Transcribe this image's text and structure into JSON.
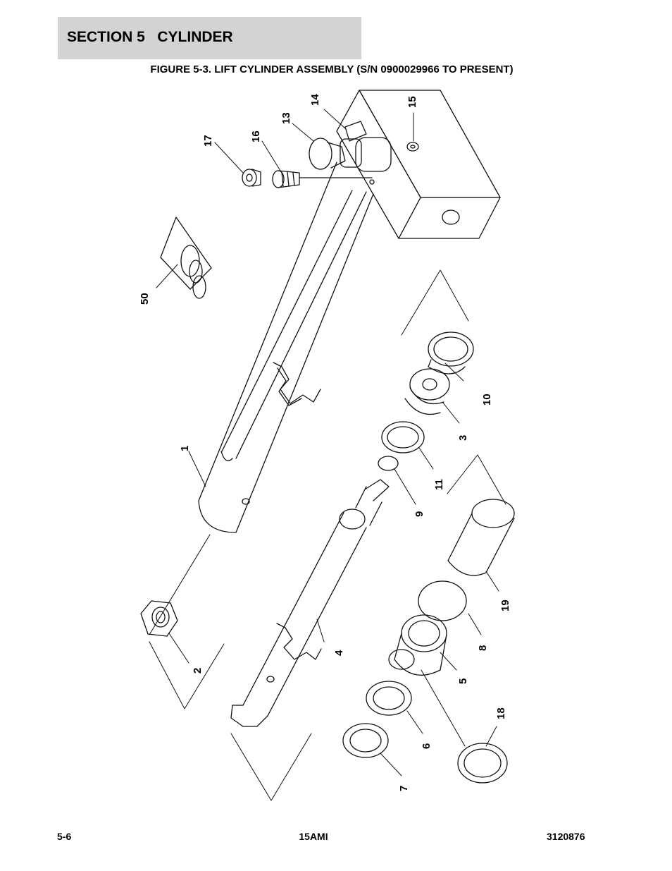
{
  "header": {
    "section_title": "SECTION 5   CYLINDER"
  },
  "figure": {
    "caption": "FIGURE 5-3. LIFT CYLINDER ASSEMBLY (S/N 0900029966 TO PRESENT)",
    "callouts": [
      "1",
      "2",
      "3",
      "4",
      "5",
      "6",
      "7",
      "8",
      "9",
      "10",
      "11",
      "13",
      "14",
      "15",
      "16",
      "17",
      "18",
      "19",
      "50"
    ]
  },
  "footer": {
    "page_number": "5-6",
    "model": "15AMI",
    "part_number": "3120876"
  }
}
